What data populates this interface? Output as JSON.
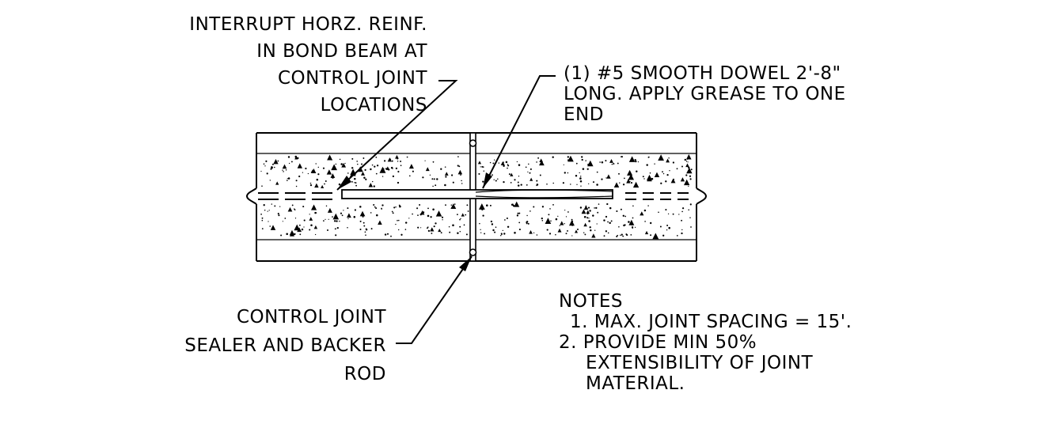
{
  "labels": {
    "interrupt": [
      "INTERRUPT HORZ. REINF.",
      "IN BOND BEAM AT",
      "CONTROL JOINT",
      "LOCATIONS"
    ],
    "dowel": [
      "(1) #5 SMOOTH DOWEL 2'-8\"",
      "LONG. APPLY GREASE TO ONE",
      "END"
    ],
    "sealer": [
      "CONTROL JOINT",
      "SEALER AND BACKER",
      "ROD"
    ]
  },
  "notes": {
    "heading": "NOTES",
    "items": [
      "1. MAX. JOINT SPACING = 15'.",
      "2. PROVIDE MIN 50%",
      "EXTENSIBILITY OF JOINT",
      "MATERIAL."
    ]
  }
}
